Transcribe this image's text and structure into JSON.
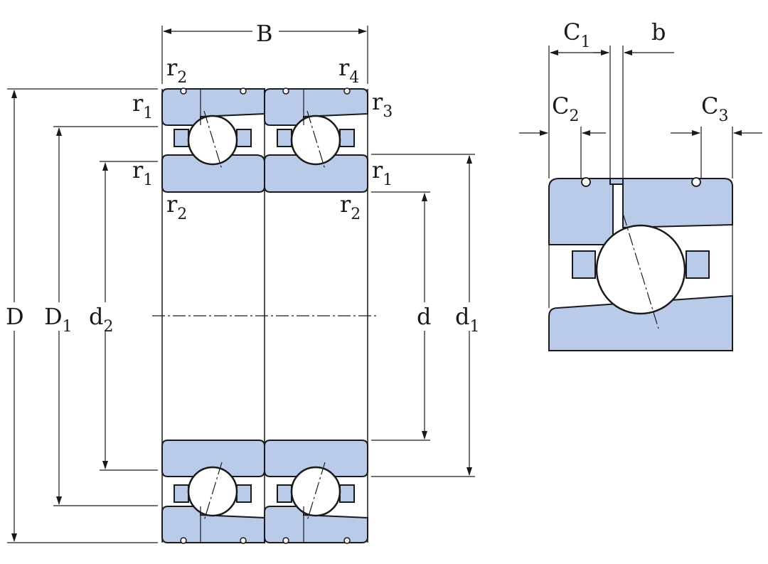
{
  "labels": {
    "B": "B",
    "D": "D",
    "D1_main": "D",
    "D1_sub": "1",
    "d2_main": "d",
    "d2_sub": "2",
    "d": "d",
    "d1_main": "d",
    "d1_sub": "1",
    "r1": "r",
    "r1_sub": "1",
    "r2": "r",
    "r2_sub": "2",
    "r3": "r",
    "r3_sub": "3",
    "r4": "r",
    "r4_sub": "4",
    "C1_main": "C",
    "C1_sub": "1",
    "C2_main": "C",
    "C2_sub": "2",
    "C3_main": "C",
    "C3_sub": "3",
    "b": "b"
  },
  "colors": {
    "ring_fill": "#b9cbe9",
    "outline": "#1a1a1a"
  }
}
